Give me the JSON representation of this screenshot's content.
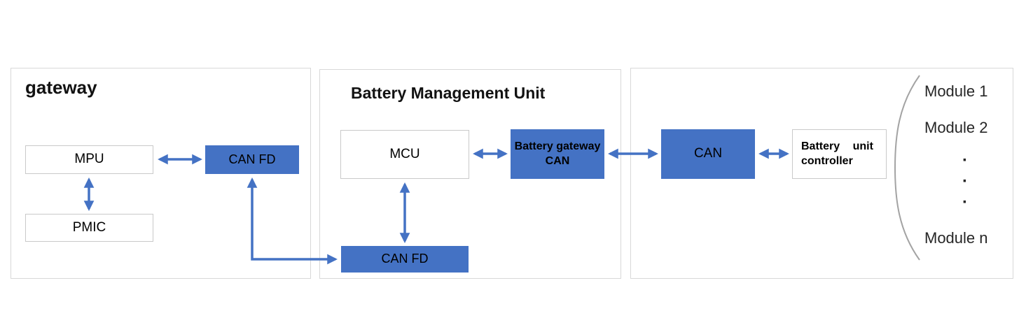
{
  "colors": {
    "accent_blue": "#4472C4",
    "panel_border": "#d8d8d8",
    "box_border": "#c9c9c9",
    "bracket_gray": "#a3a3a3"
  },
  "gateway_panel": {
    "title": "gateway",
    "mpu_label": "MPU",
    "pmic_label": "PMIC",
    "canfd_label": "CAN FD"
  },
  "bmu_panel": {
    "title": "Battery Management Unit",
    "mcu_label": "MCU",
    "bgcan_line1": "Battery gateway",
    "bgcan_line2": "CAN",
    "canfd_label": "CAN FD"
  },
  "module_panel": {
    "can_label": "CAN",
    "buc_line1": "Battery unit",
    "buc_line2": "controller",
    "modules": [
      "Module 1",
      "Module 2",
      "Module n"
    ],
    "dots": [
      "·",
      "·",
      "·"
    ]
  }
}
